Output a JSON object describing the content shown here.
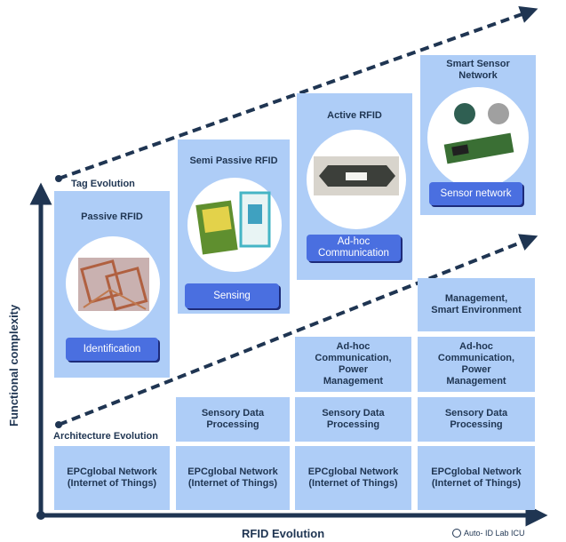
{
  "labels": {
    "tag_evolution": "Tag Evolution",
    "architecture_evolution": "Architecture Evolution",
    "y_axis": "Functional complexity",
    "x_axis": "RFID Evolution",
    "credit": "Auto- ID Lab ICU"
  },
  "tags": [
    {
      "title": "Passive RFID",
      "capability": "Identification"
    },
    {
      "title": "Semi Passive RFID",
      "capability": "Sensing"
    },
    {
      "title": "Active RFID",
      "capability": "Ad-hoc\nCommunication"
    },
    {
      "title": "Smart Sensor\nNetwork",
      "capability": "Sensor network"
    }
  ],
  "architecture": {
    "row1": [
      "EPCglobal Network\n(Internet of Things)",
      "EPCglobal Network\n(Internet of Things)",
      "EPCglobal Network\n(Internet of Things)",
      "EPCglobal Network\n(Internet of Things)"
    ],
    "row2": [
      "Sensory Data\nProcessing",
      "Sensory Data\nProcessing",
      "Sensory Data\nProcessing"
    ],
    "row3": [
      "Ad-hoc\nCommunication,\nPower\nManagement",
      "Ad-hoc\nCommunication,\nPower\nManagement"
    ],
    "row4": [
      "Management,\nSmart Environment"
    ]
  },
  "colors": {
    "box": "#aecdf7",
    "button": "#4a6fe0",
    "axis": "#1f3552"
  },
  "icons": [
    "rfid-antenna-tag-image",
    "sensor-label-tags-image",
    "active-tag-device-image",
    "sensor-node-board-image",
    "lab-logo-icon"
  ]
}
